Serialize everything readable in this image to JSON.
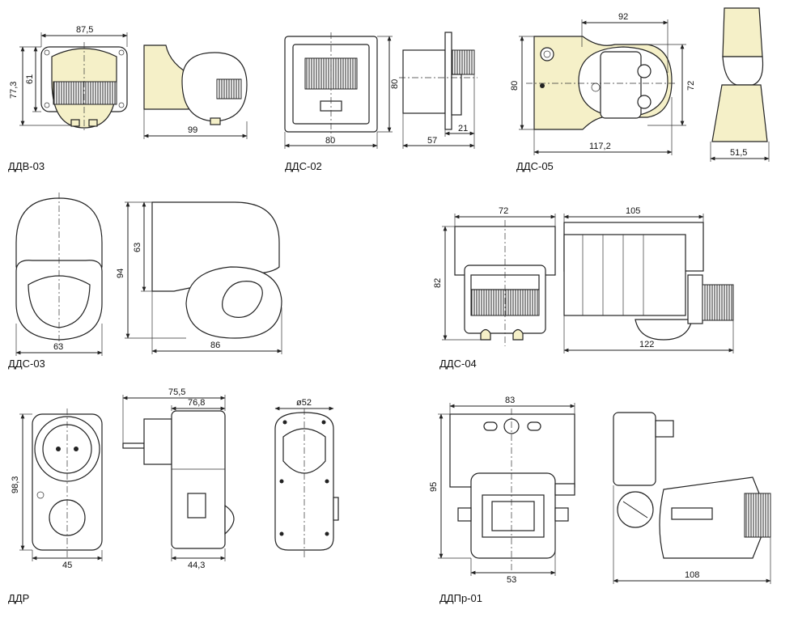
{
  "products": [
    {
      "name": "ДДВ-03",
      "dims": [
        "87,5",
        "77,3",
        "61",
        "99"
      ]
    },
    {
      "name": "ДДС-02",
      "dims": [
        "80",
        "80",
        "57",
        "21"
      ]
    },
    {
      "name": "ДДС-05",
      "dims": [
        "92",
        "80",
        "72",
        "117,2",
        "51,5"
      ]
    },
    {
      "name": "ДДС-03",
      "dims": [
        "63",
        "94",
        "63",
        "86"
      ]
    },
    {
      "name": "ДДС-04",
      "dims": [
        "72",
        "82",
        "105",
        "122"
      ]
    },
    {
      "name": "ДДР",
      "dims": [
        "98,3",
        "45",
        "75,5",
        "76,8",
        "44,3",
        "ø52"
      ]
    },
    {
      "name": "ДДПр-01",
      "dims": [
        "83",
        "95",
        "53",
        "108"
      ]
    }
  ],
  "colors": {
    "accent_fill": "#f5f0c8",
    "line": "#222222"
  }
}
